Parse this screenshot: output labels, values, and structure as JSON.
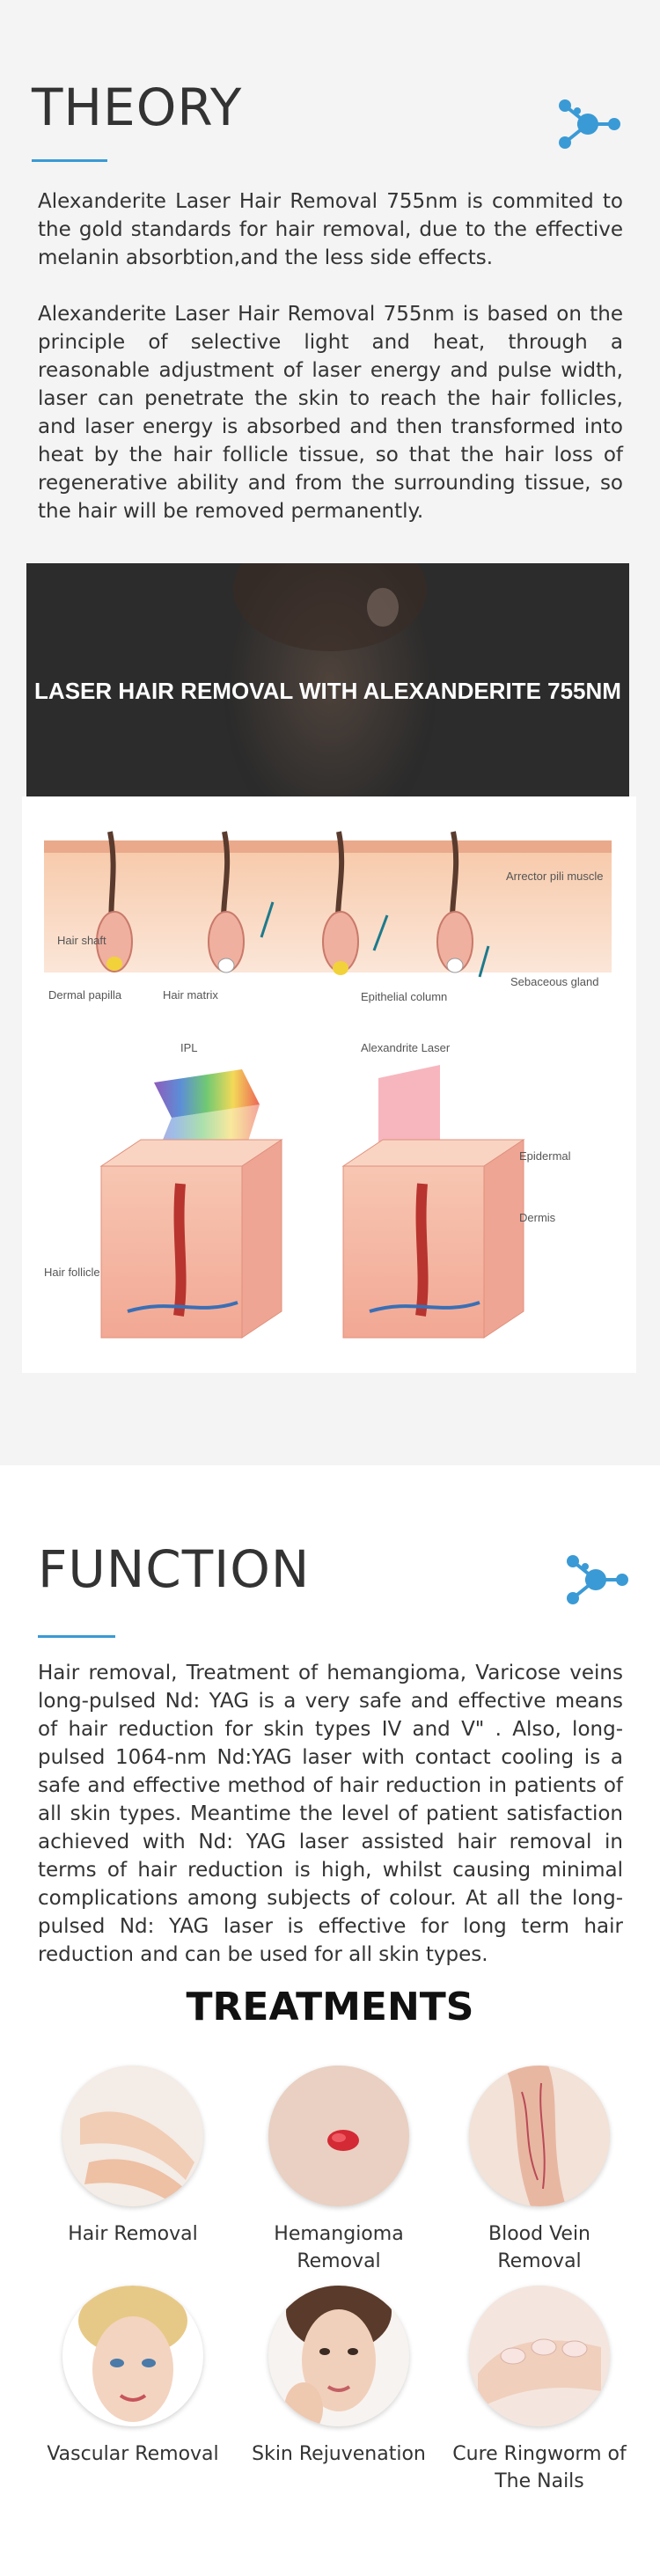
{
  "theory": {
    "heading": "THEORY",
    "icon": "molecule-icon",
    "paragraph1": "Alexanderite Laser Hair Removal 755nm is commited to the gold standards for hair removal, due to the effective melanin absorbtion,and the less side effects.",
    "paragraph2": "Alexanderite Laser Hair Removal 755nm is based on the principle of selective light and heat, through a reasonable adjustment of laser energy and pulse width, laser can penetrate the skin to reach the hair follicles, and laser energy is absorbed and then transformed into heat by the hair follicle tissue, so that the hair loss of regenerative ability and from the surrounding tissue, so the hair will be removed permanently."
  },
  "hero": {
    "title": "LASER HAIR REMOVAL WITH ALEXANDERITE 755NM"
  },
  "diagram": {
    "labels": {
      "hair_shaft": "Hair shaft",
      "arrector": "Arrector pili muscle",
      "sebaceous": "Sebaceous gland",
      "dermal_papilla": "Dermal papilla",
      "hair_matrix": "Hair matrix",
      "epithelial": "Epithelial column",
      "ipl": "IPL",
      "alex": "Alexandrite Laser",
      "epidermal": "Epidermal",
      "dermis": "Dermis",
      "hair_follicle": "Hair follicle"
    }
  },
  "function": {
    "heading": "FUNCTION",
    "icon": "molecule-icon",
    "paragraph": "Hair removal, Treatment of hemangioma, Varicose veins long-pulsed Nd: YAG is a very safe and effective means of hair reduction for skin types IV and V\" . Also, long-pulsed 1064-nm Nd:YAG laser with contact cooling is a safe and effective method of hair reduction in patients of all skin types. Meantime the level of patient satisfaction achieved with Nd: YAG laser assisted hair removal in terms of hair reduction is high, whilst causing minimal complications among subjects of colour. At all the long-pulsed Nd: YAG laser is effective for long term hair reduction and can be used for all skin types."
  },
  "treatments": {
    "title": "TREATMENTS",
    "items": [
      {
        "label": "Hair Removal"
      },
      {
        "label": "Hemangioma Removal"
      },
      {
        "label": "Blood Vein Removal"
      },
      {
        "label": "Vascular Removal"
      },
      {
        "label": "Skin Rejuvenation"
      },
      {
        "label": "Cure Ringworm of The Nails"
      }
    ]
  },
  "colors": {
    "accent": "#3a9ad5",
    "text": "#333333",
    "hero_bg": "#2a2a2a"
  }
}
